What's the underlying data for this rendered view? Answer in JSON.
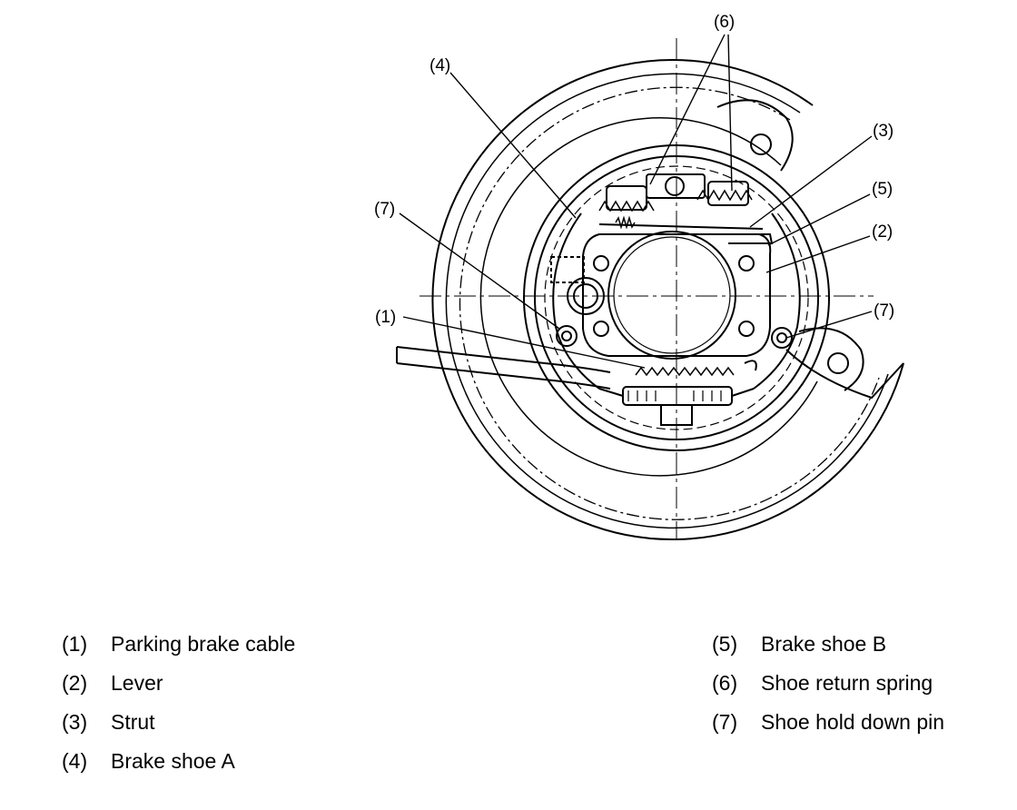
{
  "diagram": {
    "callouts": {
      "c6": "(6)",
      "c4": "(4)",
      "c3": "(3)",
      "c5": "(5)",
      "c2": "(2)",
      "c7_left": "(7)",
      "c7_right": "(7)",
      "c1": "(1)"
    }
  },
  "legend": {
    "left": [
      {
        "num": "(1)",
        "label": "Parking brake cable"
      },
      {
        "num": "(2)",
        "label": "Lever"
      },
      {
        "num": "(3)",
        "label": "Strut"
      },
      {
        "num": "(4)",
        "label": "Brake shoe A"
      }
    ],
    "right": [
      {
        "num": "(5)",
        "label": "Brake shoe B"
      },
      {
        "num": "(6)",
        "label": "Shoe return spring"
      },
      {
        "num": "(7)",
        "label": "Shoe hold down pin"
      }
    ]
  }
}
